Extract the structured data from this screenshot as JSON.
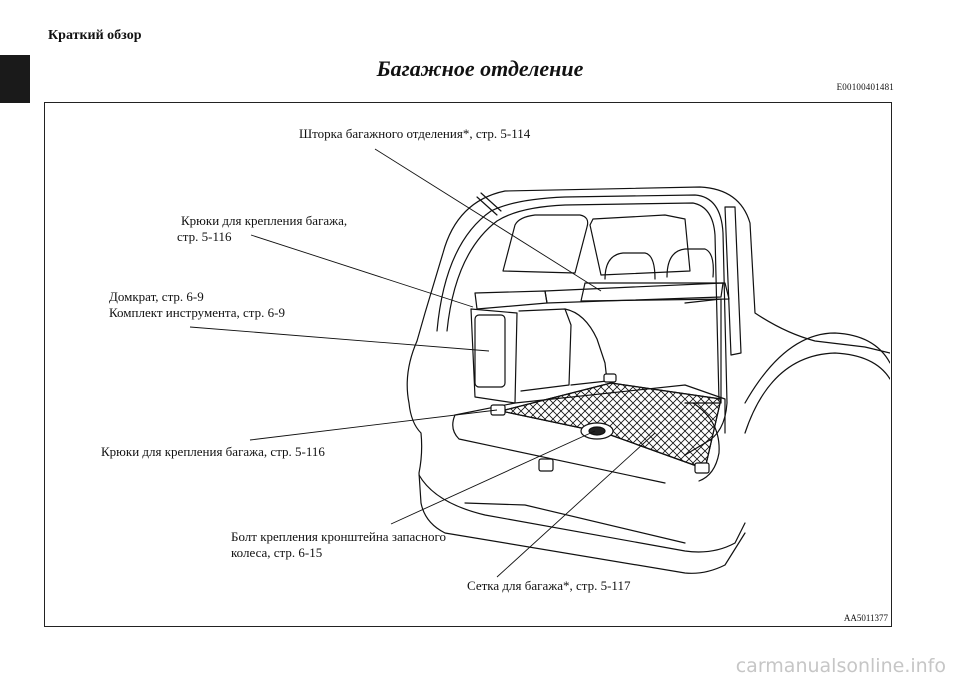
{
  "header": {
    "section_title": "Краткий обзор",
    "page_title": "Багажное отделение",
    "doc_code": "E00100401481"
  },
  "figure": {
    "image_code": "AA5011377",
    "callouts": {
      "cargo_cover": "Шторка багажного отделения*, стр. 5-114",
      "hooks_upper_1": "Крюки для крепления багажа,",
      "hooks_upper_2": "стр. 5-116",
      "jack_1": "Домкрат, стр. 6-9",
      "jack_2": "Комплект инструмента, стр. 6-9",
      "hooks_lower": "Крюки для крепления багажа, стр. 5-116",
      "spare_bolt_1": "Болт крепления кронштейна запасного",
      "spare_bolt_2": "колеса, стр. 6-15",
      "cargo_net": "Сетка для багажа*, стр. 5-117"
    }
  },
  "footer": {
    "watermark": "carmanualsonline.info"
  }
}
